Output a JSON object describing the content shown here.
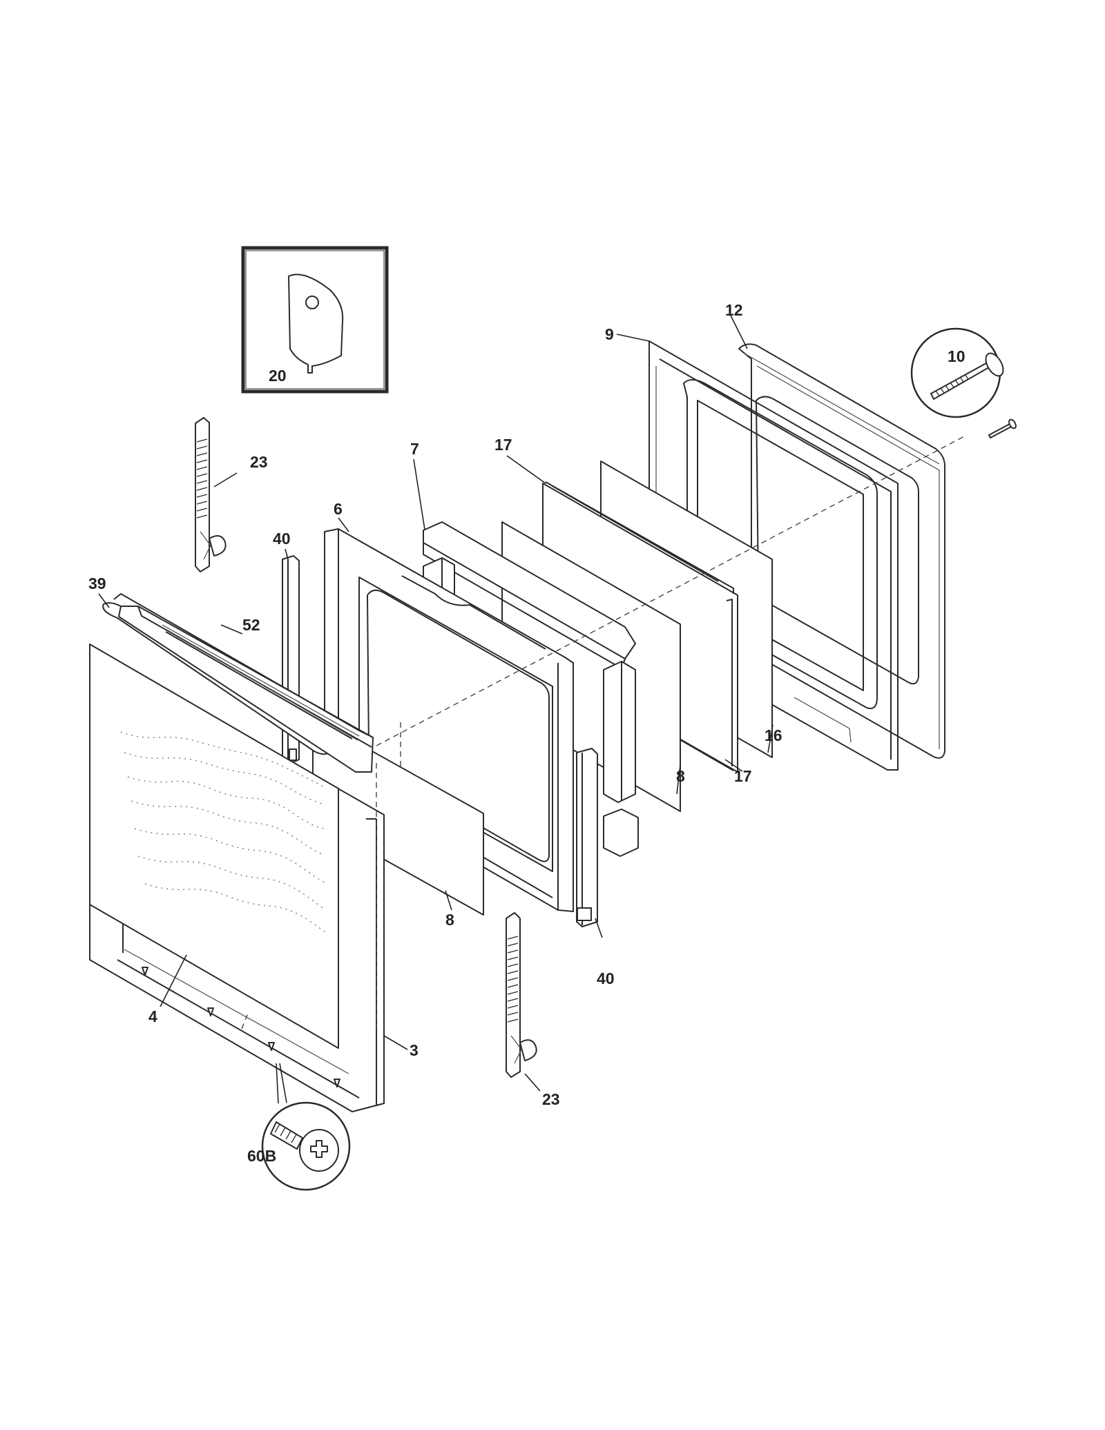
{
  "callouts": {
    "c20": "20",
    "c12": "12",
    "c9": "9",
    "c10": "10",
    "c23_top": "23",
    "c7": "7",
    "c17_top": "17",
    "c6": "6",
    "c40_top": "40",
    "c39": "39",
    "c52": "52",
    "c16": "16",
    "c17_bottom": "17",
    "c8_right": "8",
    "c8_left": "8",
    "c40_bottom": "40",
    "c4": "4",
    "c3": "3",
    "c23_bottom": "23",
    "c60b": "60B"
  },
  "colors": {
    "line": "#2a2a2a",
    "background": "#ffffff"
  }
}
